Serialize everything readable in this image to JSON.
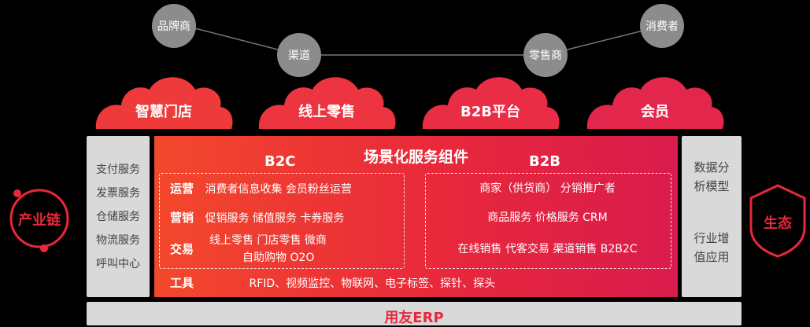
{
  "network": {
    "brand": "品牌商",
    "channel": "渠道",
    "retailer": "零售商",
    "consumer": "消费者"
  },
  "clouds": [
    "智慧门店",
    "线上零售",
    "B2B平台",
    "会员"
  ],
  "left_panel": [
    "支付服务",
    "发票服务",
    "仓储服务",
    "物流服务",
    "呼叫中心"
  ],
  "right_panel": {
    "top": [
      "数据分",
      "析模型"
    ],
    "bottom": [
      "行业增",
      "值应用"
    ]
  },
  "side_badges": {
    "left": "产业链",
    "right": "生态"
  },
  "main": {
    "title": "场景化服务组件",
    "b2c_label": "B2C",
    "b2b_label": "B2B",
    "b2c": [
      {
        "category": "运营",
        "items": "消费者信息收集  会员粉丝运营"
      },
      {
        "category": "营销",
        "items": "促销服务  储值服务  卡券服务"
      },
      {
        "category": "交易",
        "items_line1": "线上零售  门店零售  微商",
        "items_line2": "自助购物  O2O"
      }
    ],
    "b2b": [
      "商家（供货商）  分销推广者",
      "商品服务  价格服务  CRM",
      "在线销售  代客交易  渠道销售  B2B2C"
    ],
    "tools": {
      "category": "工具",
      "items": "RFID、视频监控、物联网、电子标签、探针、探头"
    }
  },
  "bottom_label": "用友ERP",
  "colors": {
    "accent": "#e8283b",
    "node_gray": "#8c8c8c",
    "panel_gray": "#d9d9d9",
    "background": "#000000"
  }
}
